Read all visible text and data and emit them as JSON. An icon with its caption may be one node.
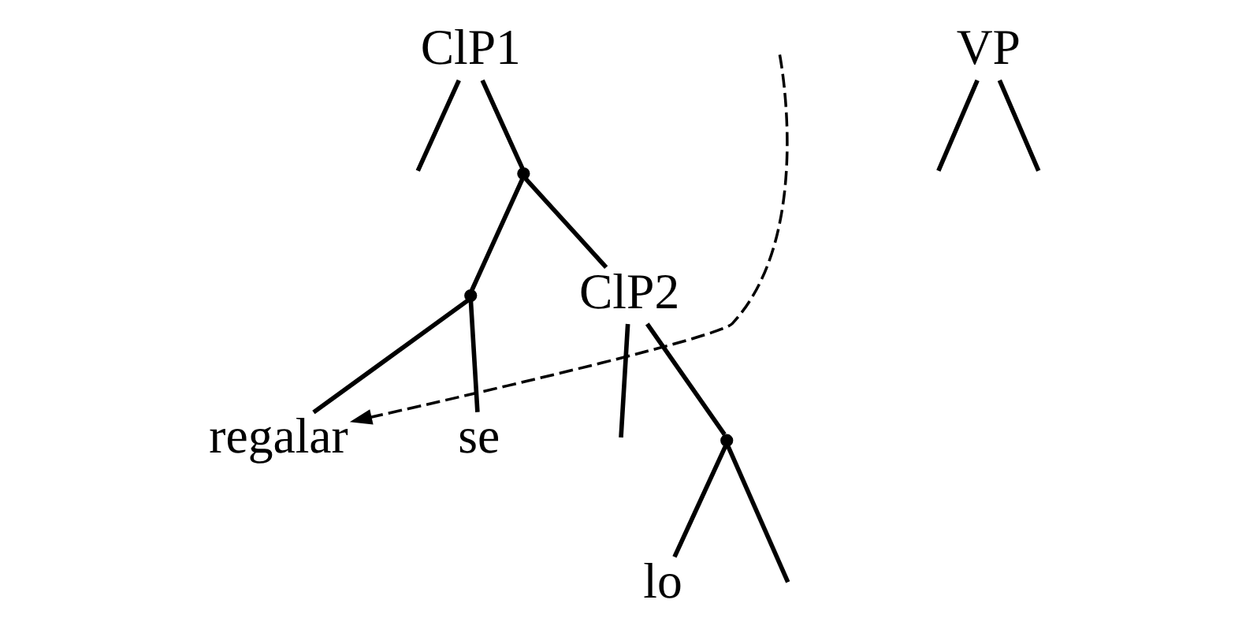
{
  "diagram": {
    "nodes": [
      {
        "text": [
          "ClP1"
        ]
      },
      {
        "text": [],
        "shape": "point"
      },
      {
        "text": [],
        "shape": "point"
      },
      {
        "text": [
          "regalar"
        ]
      },
      {
        "text": [
          "se"
        ]
      },
      {
        "text": [
          "ClP2"
        ]
      },
      {
        "text": [],
        "shape": "point"
      },
      {
        "text": [
          "lo"
        ]
      },
      {
        "text": [
          "VP"
        ]
      }
    ],
    "edges": [
      {
        "from": 0,
        "to": null,
        "arrow": "none"
      },
      {
        "from": 0,
        "to": 1,
        "arrow": "none"
      },
      {
        "from": 1,
        "to": 2,
        "arrow": "none"
      },
      {
        "from": 1,
        "to": 5,
        "arrow": "none"
      },
      {
        "from": 2,
        "to": 3,
        "arrow": "none"
      },
      {
        "from": 2,
        "to": 4,
        "arrow": "none"
      },
      {
        "from": 5,
        "to": null,
        "arrow": "none"
      },
      {
        "from": 5,
        "to": 6,
        "arrow": "none"
      },
      {
        "from": 6,
        "to": 7,
        "arrow": "none"
      },
      {
        "from": 6,
        "to": null,
        "arrow": "none"
      },
      {
        "from": 8,
        "to": null,
        "arrow": "none"
      },
      {
        "from": 8,
        "to": null,
        "arrow": "none"
      },
      {
        "from": null,
        "to": 3,
        "arrow": "to",
        "style": "dashed"
      }
    ]
  }
}
